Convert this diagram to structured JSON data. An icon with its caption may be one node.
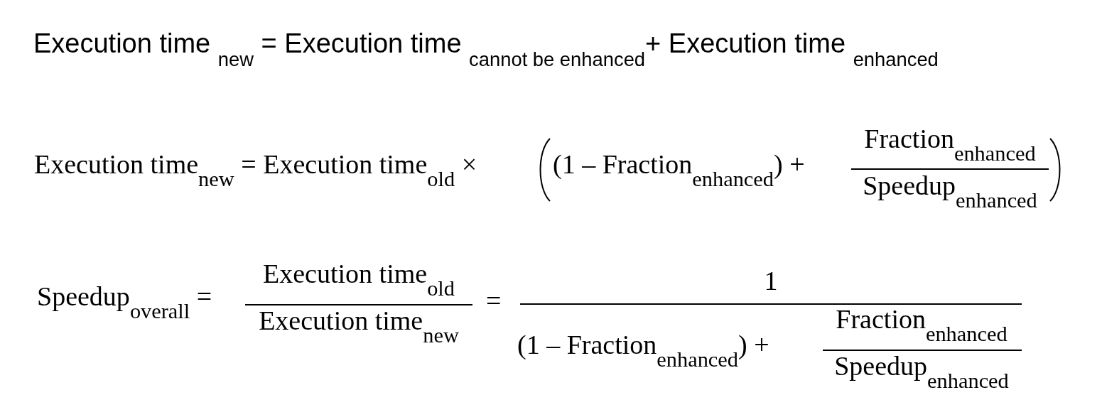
{
  "diagram": {
    "labels": [
      "Execution time $_{new}$ = Execution time $_{cannot be enhanced}$+ Execution time $_{enhanced}$",
      "Execution time$_{new}$ = Execution time$_{old}$ ×",
      "(1 – Fraction$_{enhanced}$) +",
      "Fraction$_{enhanced}$",
      "Speedup$_{enhanced}$",
      "Speedup$_{overall}$ =",
      "Execution time$_{old}$",
      "Execution time$_{new}$",
      "=",
      "1",
      "(1 – Fraction$_{enhanced}$) +",
      "Fraction$_{enhanced}$",
      "Speedup$_{enhanced}$"
    ]
  }
}
